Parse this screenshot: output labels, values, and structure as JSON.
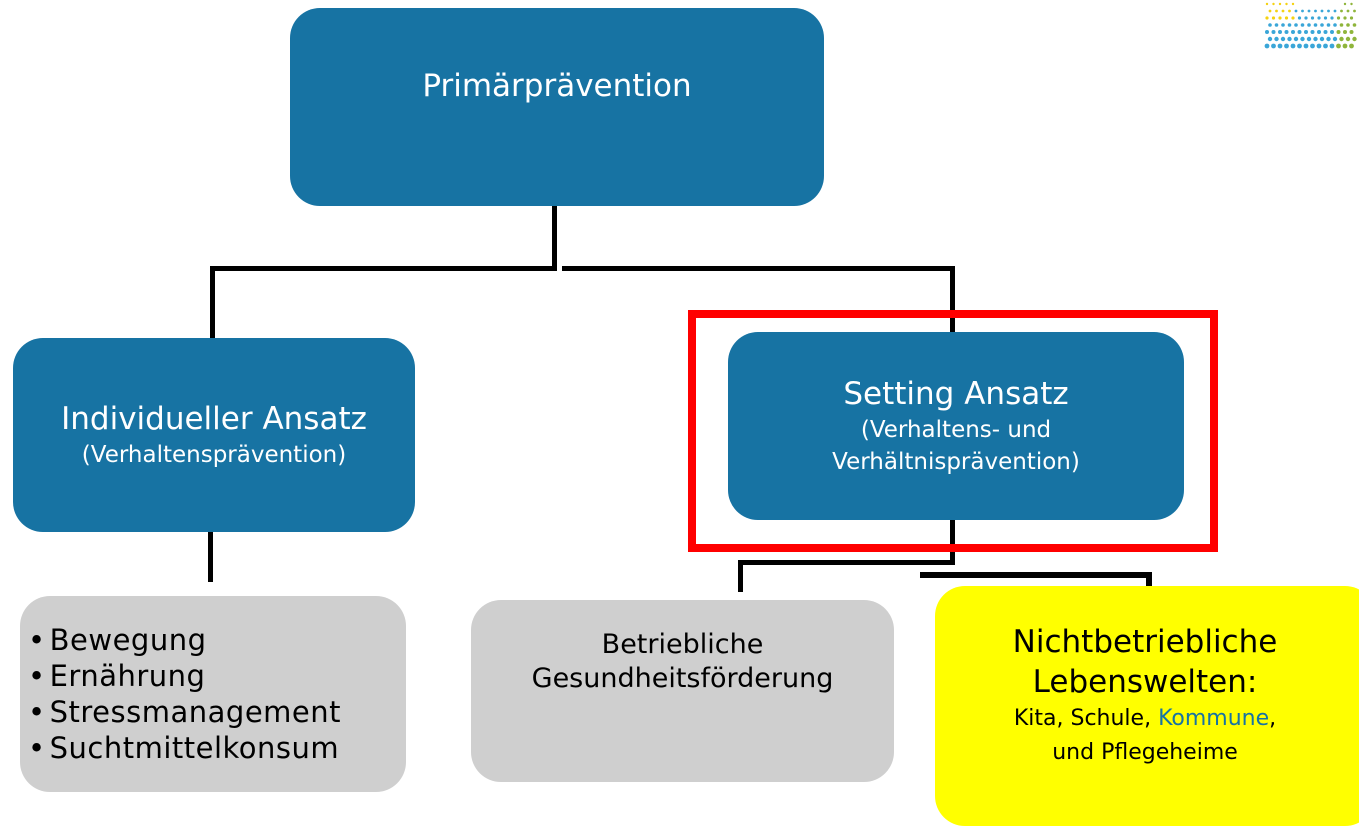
{
  "primary": {
    "title": "Primärprävention"
  },
  "individual": {
    "title": "Individueller Ansatz",
    "subtitle": "(Verhaltensprävention)"
  },
  "setting": {
    "title": "Setting Ansatz",
    "subtitle_line1": "(Verhaltens- und",
    "subtitle_line2": "Verhältnisprävention)"
  },
  "individual_measures": [
    "Bewegung",
    "Ernährung",
    "Stressmanagement",
    "Suchtmittelkonsum"
  ],
  "workplace": {
    "line1": "Betriebliche",
    "line2": "Gesundheitsförderung"
  },
  "nonworkplace": {
    "line1": "Nichtbetriebliche",
    "line2": "Lebenswelten:",
    "list_part1": "Kita, Schule, ",
    "list_highlight": "Kommune",
    "list_part2": ",",
    "list_line2": "und Pflegeheime"
  },
  "colors": {
    "box_blue": "#1773a3",
    "box_grey": "#cfcfcf",
    "box_yellow": "#ffff00",
    "highlight_frame": "#ff0000",
    "link_text": "#1773a3",
    "logo_yellow": "#f5d211",
    "logo_blue": "#3aa6d8",
    "logo_green": "#8fb53b"
  },
  "logo": {
    "icon": "dot-sunburst-logo"
  }
}
